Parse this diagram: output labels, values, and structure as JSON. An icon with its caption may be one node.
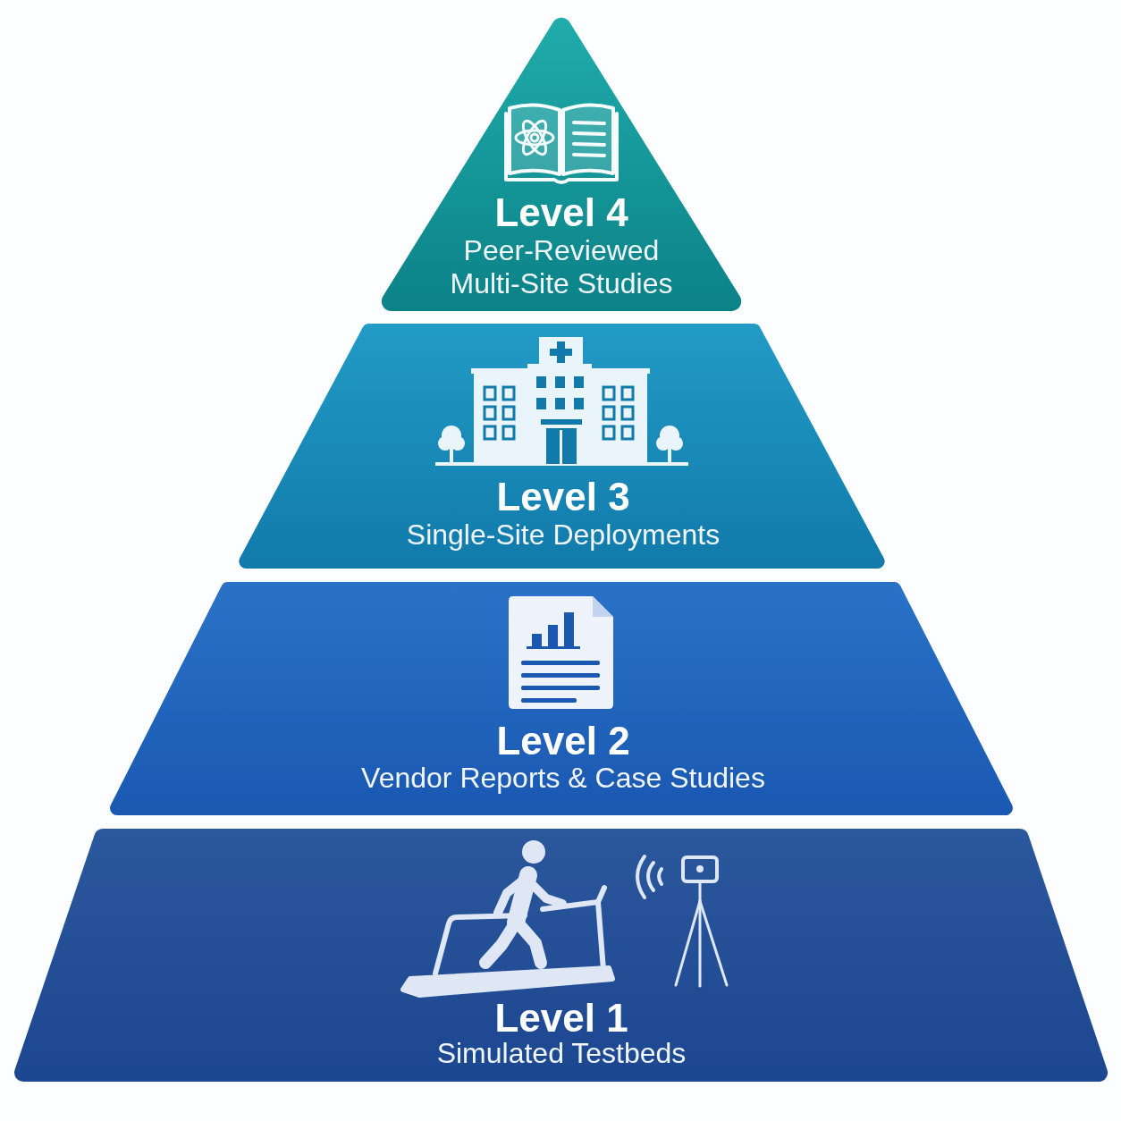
{
  "diagram": {
    "nodes": [
      {
        "text": [
          "Level 4",
          "Peer-Reviewed Multi-Site Studies"
        ]
      },
      {
        "text": [
          "Level 3",
          "Single-Site Deployments"
        ]
      },
      {
        "text": [
          "Level 2",
          "Vendor Reports & Case Studies"
        ]
      },
      {
        "text": [
          "Level 1",
          "Simulated Testbeds"
        ]
      }
    ]
  }
}
